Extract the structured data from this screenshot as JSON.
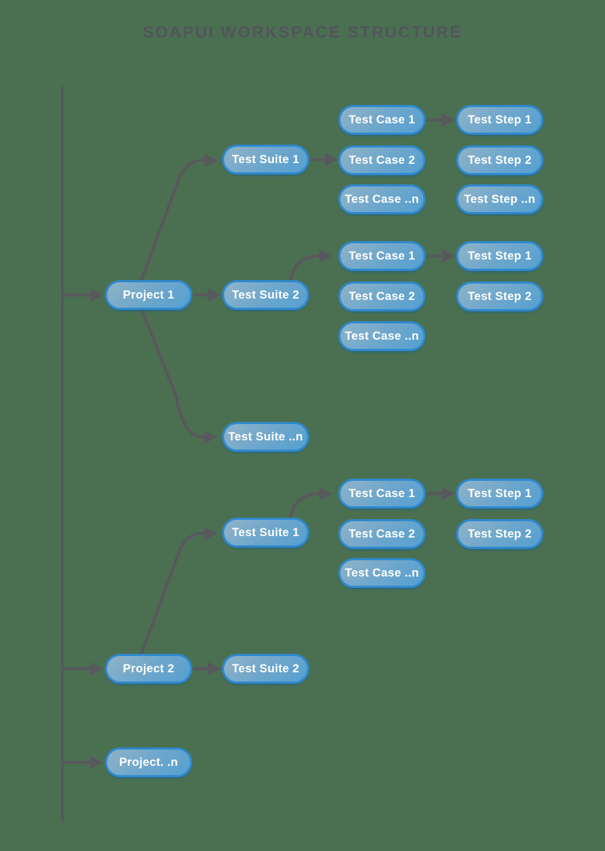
{
  "title": "SOAPUI WORKSPACE STRUCTURE",
  "colors": {
    "background": "#4a7051",
    "box_border": "#2e89cf",
    "box_fill_light": "#8fb3c7",
    "box_fill_dark": "#55a0d1",
    "box_text": "#ffffff",
    "arrow": "#58595c",
    "title_text": "#53555b"
  },
  "nodes": {
    "project_1": "Project 1",
    "project_2": "Project 2",
    "project_n": "Project. .n",
    "p1_suite_1": "Test Suite 1",
    "p1_suite_2": "Test Suite 2",
    "p1_suite_n": "Test Suite ..n",
    "p2_suite_1": "Test Suite 1",
    "p2_suite_2": "Test Suite 2",
    "s1_case_1": "Test Case 1",
    "s1_case_2": "Test Case 2",
    "s1_case_n": "Test Case ..n",
    "s2_case_1": "Test Case 1",
    "s2_case_2": "Test Case 2",
    "s2_case_n": "Test Case ..n",
    "s3_case_1": "Test Case 1",
    "s3_case_2": "Test Case 2",
    "s3_case_n": "Test Case ..n",
    "s1_step_1": "Test Step 1",
    "s1_step_2": "Test Step 2",
    "s1_step_n": "Test Step ..n",
    "s2_step_1": "Test Step 1",
    "s2_step_2": "Test Step 2",
    "s3_step_1": "Test Step 1",
    "s3_step_2": "Test Step 2"
  }
}
